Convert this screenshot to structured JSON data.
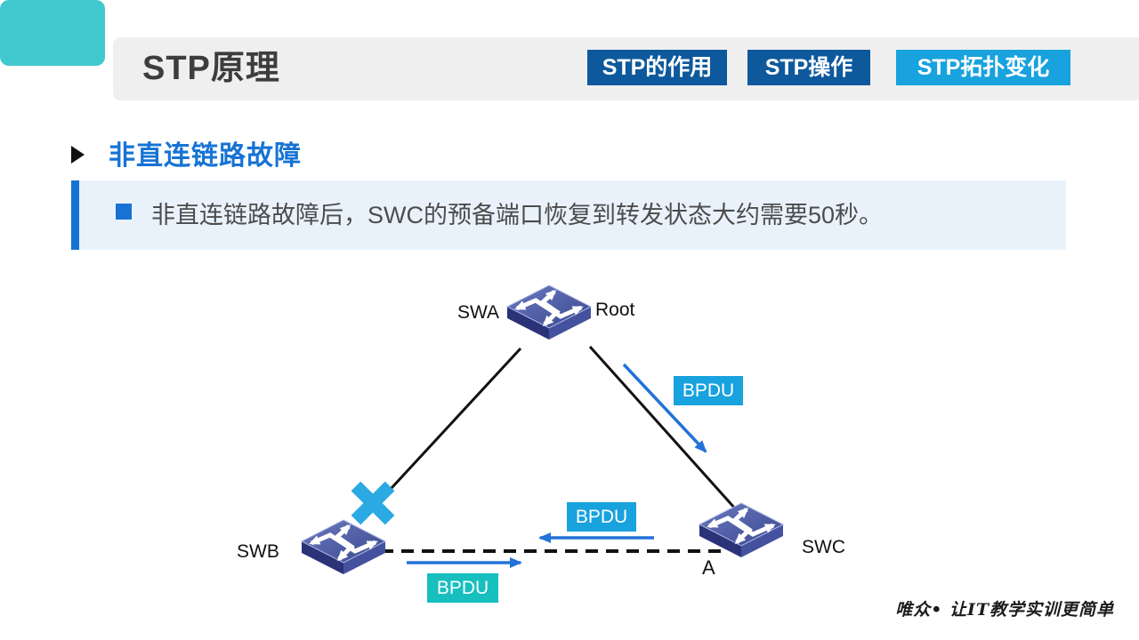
{
  "header": {
    "title": "STP原理",
    "nav": [
      {
        "label": "STP的作用"
      },
      {
        "label": "STP操作"
      },
      {
        "label": "STP拓扑变化"
      }
    ]
  },
  "section": {
    "heading": "非直连链路故障",
    "note": "非直连链路故障后，SWC的预备端口恢复到转发状态大约需要50秒。"
  },
  "diagram": {
    "labels": {
      "swa": "SWA",
      "root": "Root",
      "swb": "SWB",
      "swc": "SWC",
      "port_a": "A"
    },
    "bpdu": {
      "right_link": "BPDU",
      "middle": "BPDU",
      "bottom": "BPDU"
    },
    "colors": {
      "link": "#111111",
      "arrow_blue": "#2272D8",
      "failure_cross": "#2BA9E2",
      "bpdu_blue_bg": "#18A2DE",
      "bpdu_teal_bg": "#17BFBF",
      "switch_body": "#41509C"
    }
  },
  "footer": {
    "watermark": "唯众• 让IT教学实训更简单"
  },
  "theme": {
    "accent_teal": "#41C7CE",
    "header_bar_bg": "#EFEFEF",
    "nav_dark_blue": "#0E599C",
    "nav_light_blue": "#18A2DE",
    "heading_blue": "#1673D4",
    "note_bg": "#E9F2FB"
  }
}
